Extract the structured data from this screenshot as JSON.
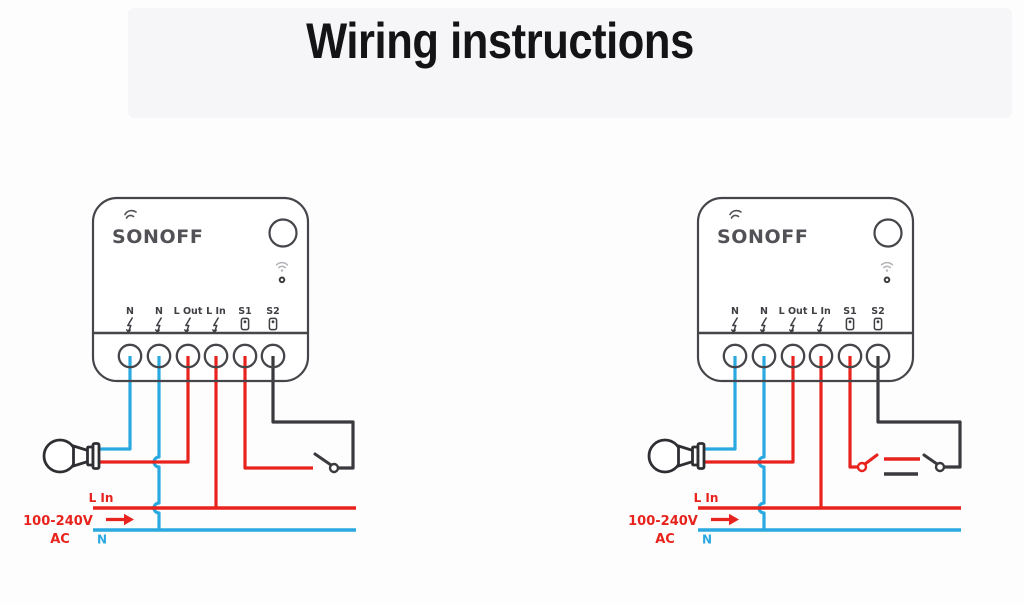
{
  "page": {
    "title": "Wiring instructions"
  },
  "colors": {
    "live_wire_red": "#e8231d",
    "neutral_wire_blue": "#2aa9e0",
    "switch_wire_black": "#3a3a3e",
    "device_outline": "#45454a",
    "title_text": "#141417",
    "panel_background": "#f6f6f9"
  },
  "device": {
    "brand": "SONOFF",
    "terminals": [
      "N",
      "N",
      "L Out",
      "L In",
      "S1",
      "S2"
    ],
    "terminal_icons": [
      "lightning",
      "lightning",
      "lightning",
      "lightning",
      "battery",
      "battery"
    ],
    "indicators": [
      "wifi-signal",
      "status-led",
      "pairing-button"
    ]
  },
  "diagrams": [
    {
      "name": "wiring with single external switch",
      "labels": {
        "line_in": "L In",
        "voltage": "100-240V",
        "ac": "AC",
        "neutral": "N"
      }
    },
    {
      "name": "wiring with two two-way external switches",
      "labels": {
        "line_in": "L In",
        "voltage": "100-240V",
        "ac": "AC",
        "neutral": "N"
      }
    }
  ]
}
